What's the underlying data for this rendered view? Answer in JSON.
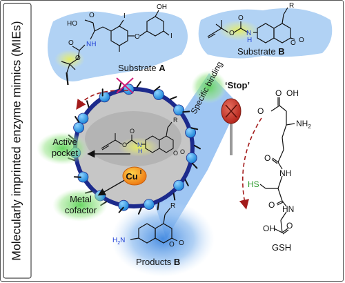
{
  "side_title": "Molecularly imprinted enzyme mimics (MIEs)",
  "substrate_a": {
    "prefix": "Substrate ",
    "letter": "A"
  },
  "substrate_b": {
    "prefix": "Substrate ",
    "letter": "B"
  },
  "products": {
    "prefix": "Products ",
    "letter": "B"
  },
  "specific_binding": "Specific binding",
  "stop": "‘Stop’",
  "gsh": "GSH",
  "active_pocket": [
    "Active",
    "pocket"
  ],
  "metal_cofactor": [
    "Metal",
    "cofactor"
  ],
  "cu": {
    "base": "Cu",
    "sup": "I"
  },
  "chem": {
    "oh": "OH",
    "ho": "HO",
    "i": "I",
    "o": "O",
    "n": "N",
    "h": "H",
    "r": "R",
    "nh": "NH",
    "nh2": "NH",
    "nh2_sub": "2",
    "h2n": "H",
    "h2n_sub": "2",
    "h2n_n": "N",
    "hs": "HS",
    "hn": "HN"
  },
  "colors": {
    "blue_zone": "#9dc3f0",
    "yellow_glow": "#eef28a",
    "green_glow": "#7fdb6f",
    "particle_ring": "#1c2a8c",
    "bead": "#2f9ee8",
    "cu_orange": "#f39a1e",
    "cross_magenta": "#d0207a",
    "arrow_red": "#a31b1b",
    "n_blue": "#1f3fd6",
    "hs_green": "#2a9a2a"
  }
}
